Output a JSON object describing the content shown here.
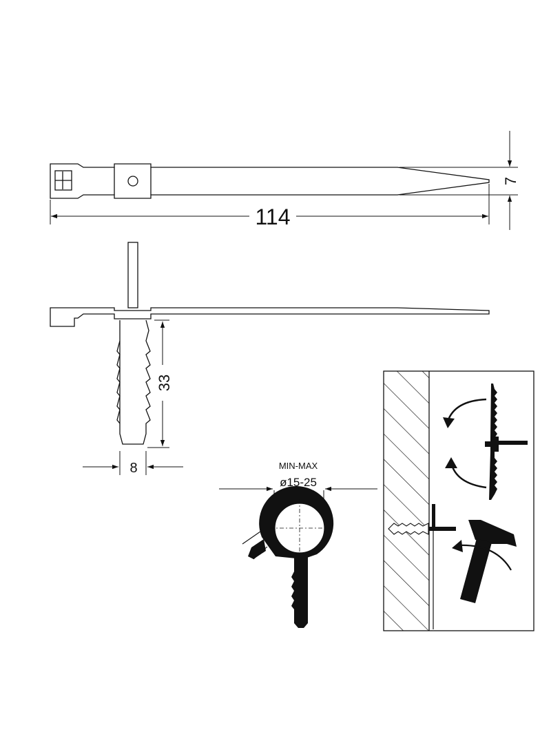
{
  "dimensions": {
    "length": "114",
    "width": "7",
    "plug_length": "33",
    "plug_diameter": "8"
  },
  "clamp": {
    "range_label": "MIN-MAX",
    "diameter_range": "ø15-25"
  },
  "colors": {
    "line": "#111111",
    "background": "#ffffff"
  }
}
